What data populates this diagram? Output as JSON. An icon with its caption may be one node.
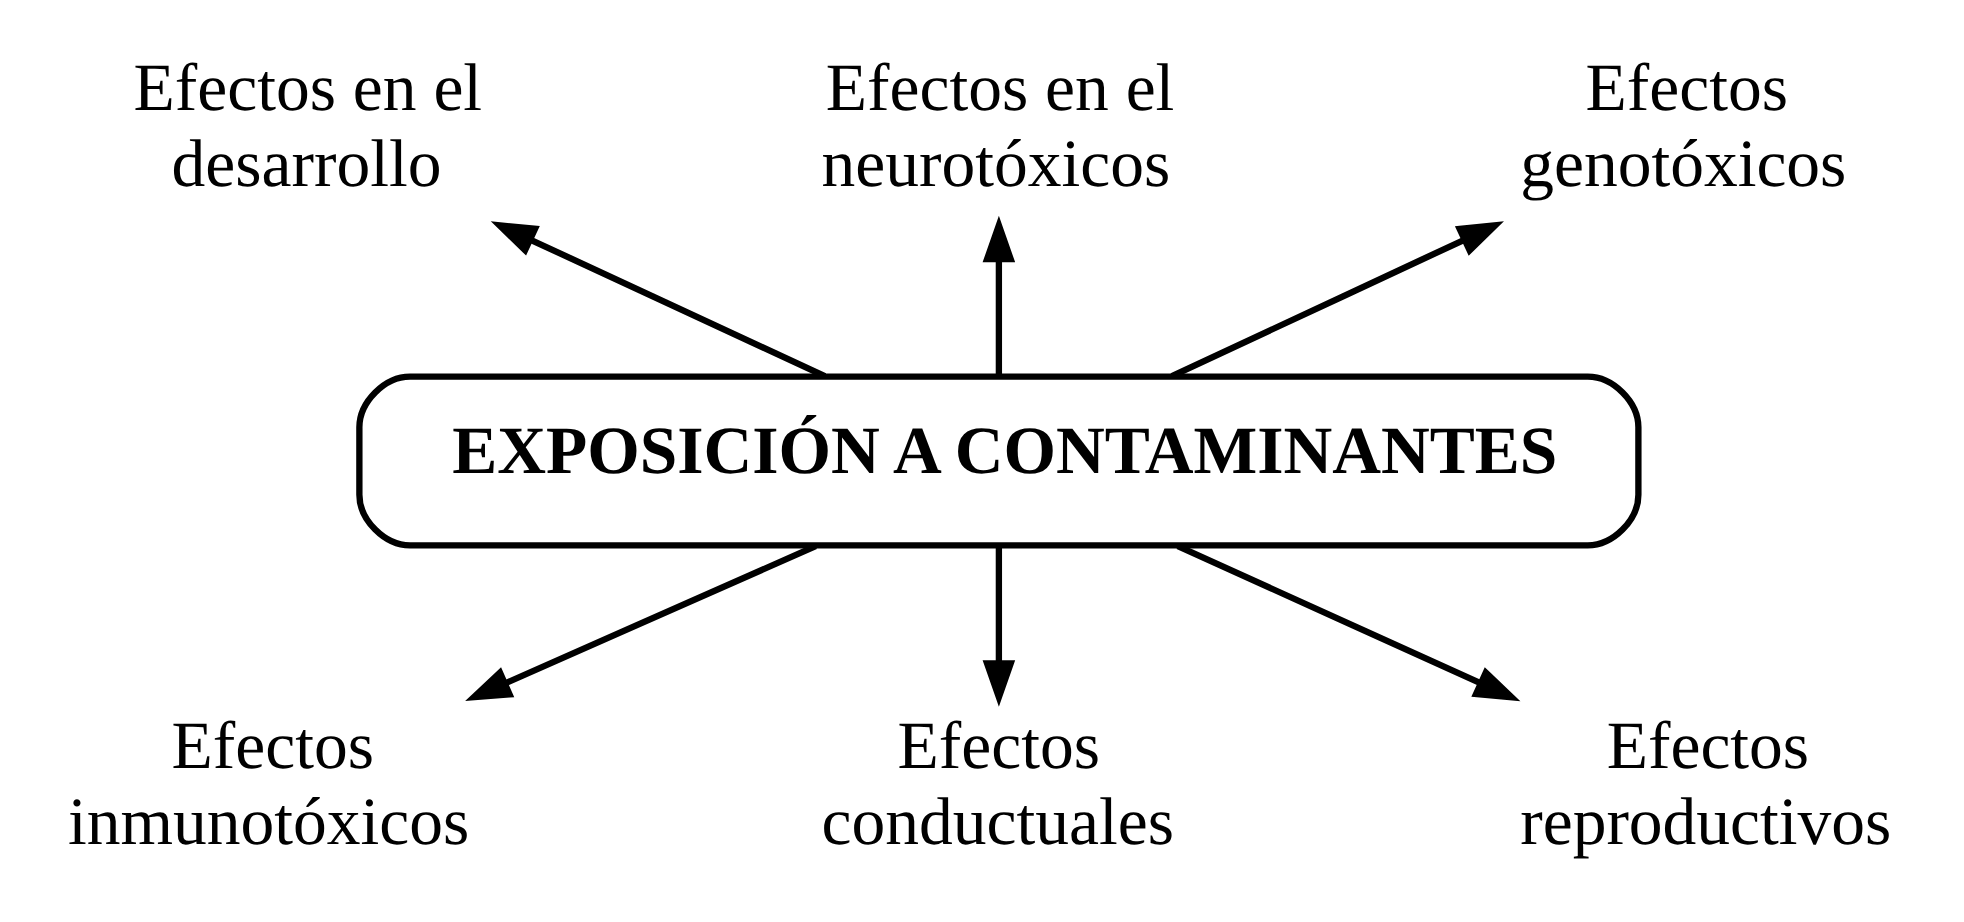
{
  "diagram": {
    "nodes": [
      {
        "text": [
          "Efectos en el desarrollo"
        ]
      },
      {
        "text": [
          "Efectos en el neurotóxicos"
        ]
      },
      {
        "text": [
          "Efectos genotóxicos"
        ]
      },
      {
        "text": [
          "EXPOSICIÓN A CONTAMINANTES"
        ]
      },
      {
        "text": [
          "Efectos inmunotóxicos"
        ]
      },
      {
        "text": [
          "Efectos conductuales"
        ]
      },
      {
        "text": [
          "Efectos reproductivos"
        ]
      }
    ],
    "edges": [
      {
        "from": 3,
        "to": 0,
        "arrow": "to"
      },
      {
        "from": 3,
        "to": 4,
        "arrow": "to"
      },
      {
        "from": 3,
        "to": 1,
        "arrow": "to"
      },
      {
        "from": 3,
        "to": 5,
        "arrow": "to"
      },
      {
        "from": 3,
        "to": 2,
        "arrow": "to"
      },
      {
        "from": 3,
        "to": 6,
        "arrow": "to"
      }
    ]
  }
}
